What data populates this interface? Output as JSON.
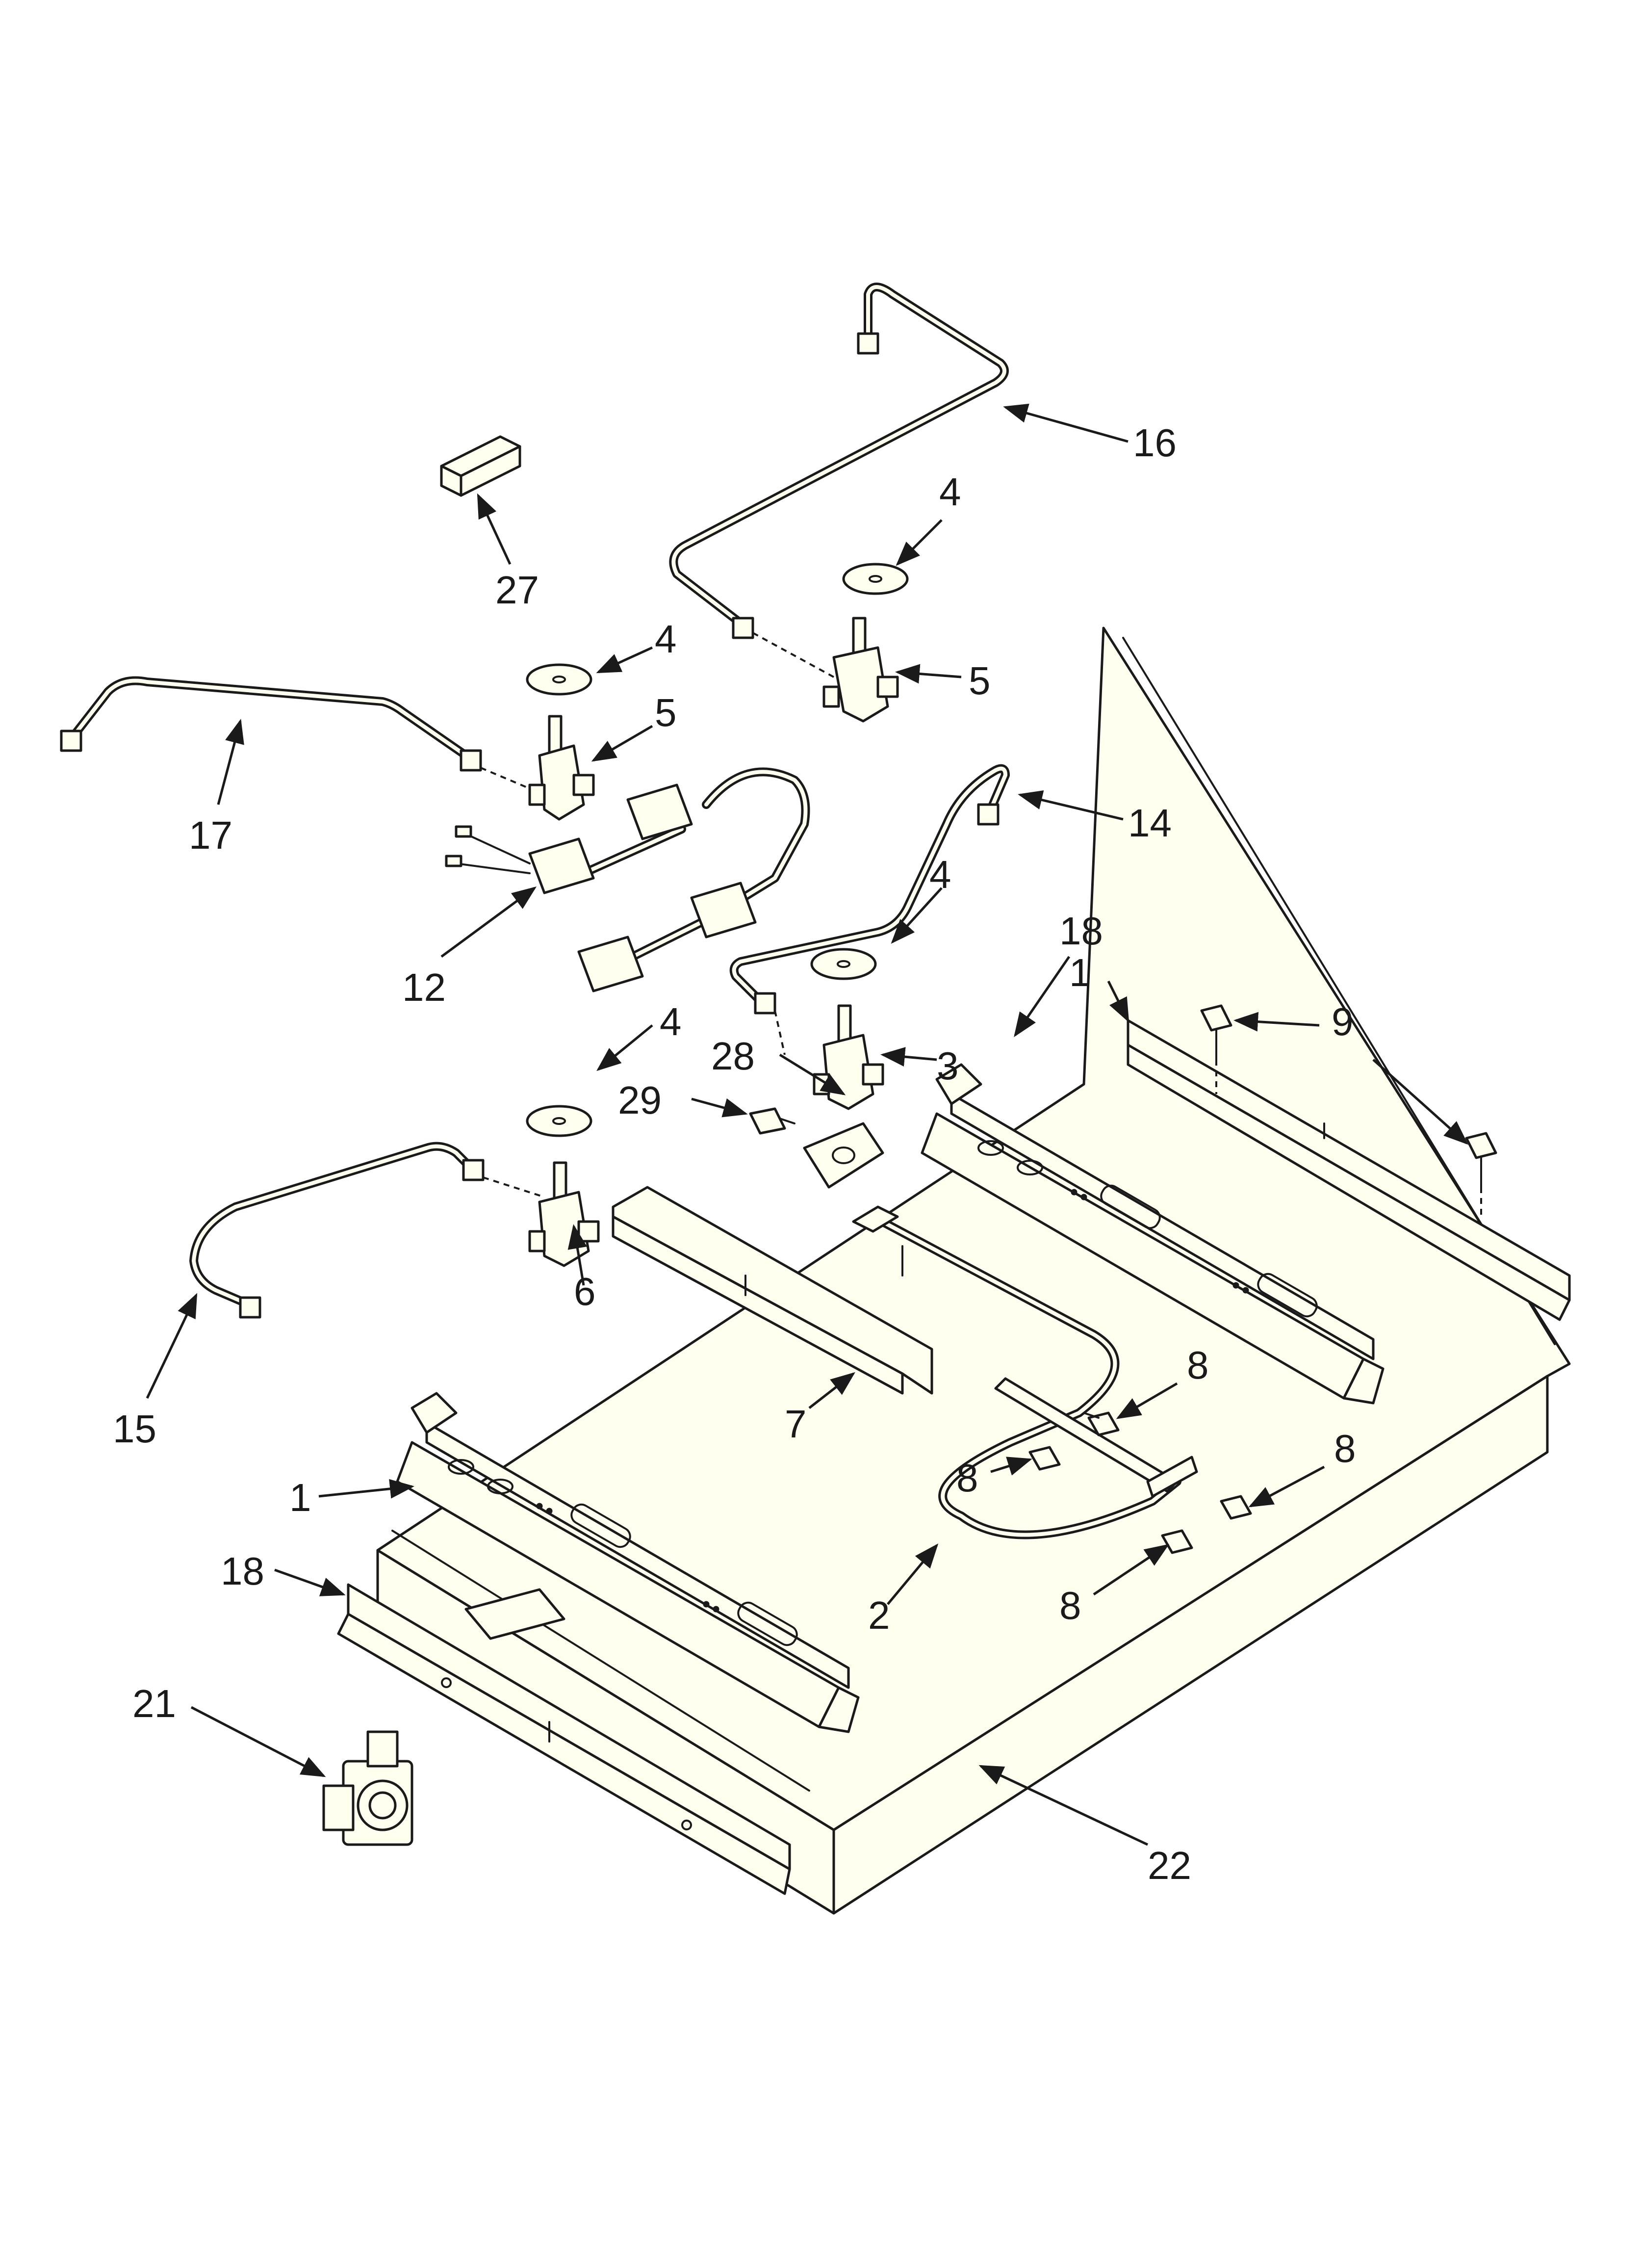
{
  "diagram": {
    "type": "exploded parts diagram",
    "callouts": {
      "c1a": "1",
      "c1b": "1",
      "c2": "2",
      "c3": "3",
      "c4a": "4",
      "c4b": "4",
      "c4c": "4",
      "c4d": "4",
      "c5a": "5",
      "c5b": "5",
      "c6": "6",
      "c7": "7",
      "c8a": "8",
      "c8b": "8",
      "c8c": "8",
      "c8d": "8",
      "c9": "9",
      "c12": "12",
      "c14": "14",
      "c15": "15",
      "c16": "16",
      "c17": "17",
      "c18a": "18",
      "c18b": "18",
      "c21": "21",
      "c22": "22",
      "c27": "27",
      "c28": "28",
      "c29": "29"
    },
    "colors": {
      "line": "#1a1a1a",
      "part_fill": "#fffff0",
      "background": "#ffffff"
    }
  }
}
